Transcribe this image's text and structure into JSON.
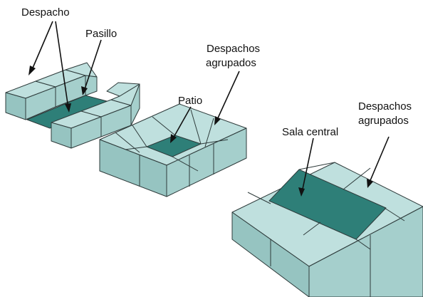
{
  "labels": {
    "despacho": "Despacho",
    "pasillo": "Pasillo",
    "patio": "Patio",
    "despachos_agrupados_1_line1": "Despachos",
    "despachos_agrupados_1_line2": "agrupados",
    "despachos_agrupados_2_line1": "Despachos",
    "despachos_agrupados_2_line2": "agrupados",
    "sala_central": "Sala central"
  },
  "colors": {
    "block_top": "#bfe0de",
    "block_side": "#a5cfcc",
    "block_front": "#96c4c1",
    "dark_space": "#2e7f78",
    "edge": "#2e3b3b",
    "arrow": "#111111"
  }
}
